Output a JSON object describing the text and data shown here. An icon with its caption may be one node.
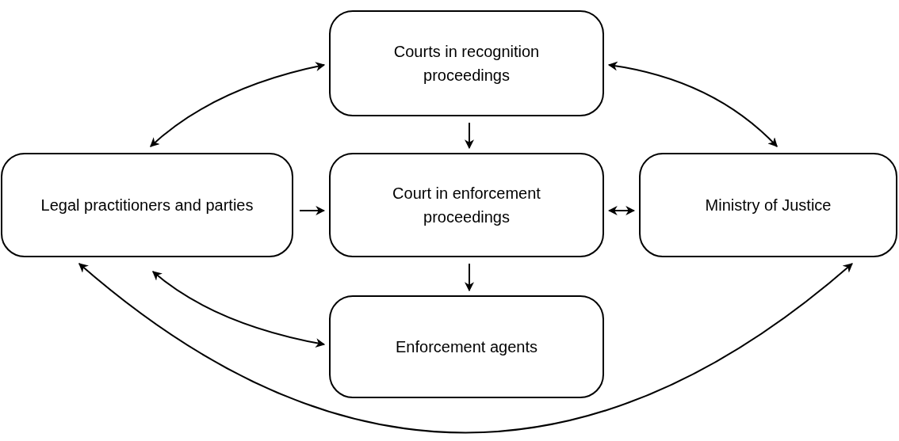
{
  "diagram": {
    "nodes": [
      {
        "text": [
          "Courts in recognition proceedings"
        ]
      },
      {
        "text": [
          "Legal practitioners and parties"
        ]
      },
      {
        "text": [
          "Court in enforcement proceedings"
        ]
      },
      {
        "text": [
          "Ministry of Justice"
        ]
      },
      {
        "text": [
          "Enforcement agents"
        ]
      }
    ],
    "edges": [
      {
        "from": 1,
        "to": 0,
        "arrow": "both"
      },
      {
        "from": 0,
        "to": 3,
        "arrow": "both"
      },
      {
        "from": 0,
        "to": 2,
        "arrow": "to"
      },
      {
        "from": 1,
        "to": 2,
        "arrow": "to"
      },
      {
        "from": 2,
        "to": 3,
        "arrow": "both"
      },
      {
        "from": 2,
        "to": 4,
        "arrow": "to"
      },
      {
        "from": 1,
        "to": 4,
        "arrow": "both"
      },
      {
        "from": 1,
        "to": 3,
        "arrow": "both"
      }
    ]
  }
}
